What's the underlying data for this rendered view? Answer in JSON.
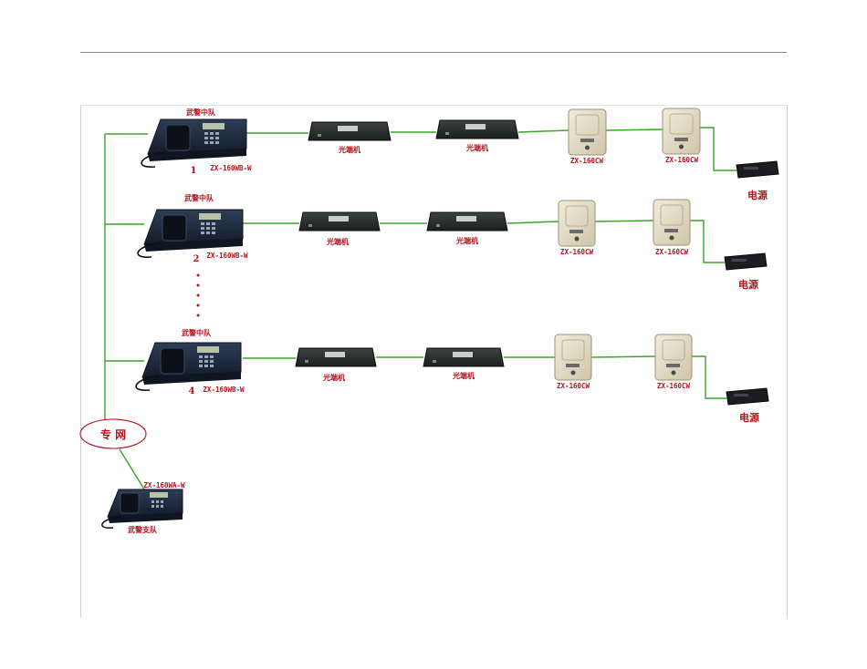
{
  "diagram": {
    "colors": {
      "link": "#3aa62a",
      "label": "#b5121b",
      "console_body": "#1e2a3c",
      "intercom_body": "#e4dcc4",
      "switch_body": "#262e2a",
      "power_body": "#1c1c22"
    },
    "network_label": "专 网",
    "branches": [
      {
        "console_title": "武警中队",
        "console_number": "1",
        "console_model": "ZX-160WB-W",
        "switch_labels": [
          "光端机",
          "光端机"
        ],
        "intercom_models": [
          "ZX-160CW",
          "ZX-160CW"
        ],
        "power_label": "电源"
      },
      {
        "console_title": "武警中队",
        "console_number": "2",
        "console_model": "ZX-160WB-W",
        "switch_labels": [
          "光端机",
          "光端机"
        ],
        "intercom_models": [
          "ZX-160CW",
          "ZX-160CW"
        ],
        "power_label": "电源"
      },
      {
        "console_title": "武警中队",
        "console_number": "4",
        "console_model": "ZX-160WB-W",
        "switch_labels": [
          "光端机",
          "光端机"
        ],
        "intercom_models": [
          "ZX-160CW",
          "ZX-160CW"
        ],
        "power_label": "电源"
      }
    ],
    "hq_console": {
      "model": "ZX-160WA-W",
      "title": "武警支队"
    }
  }
}
